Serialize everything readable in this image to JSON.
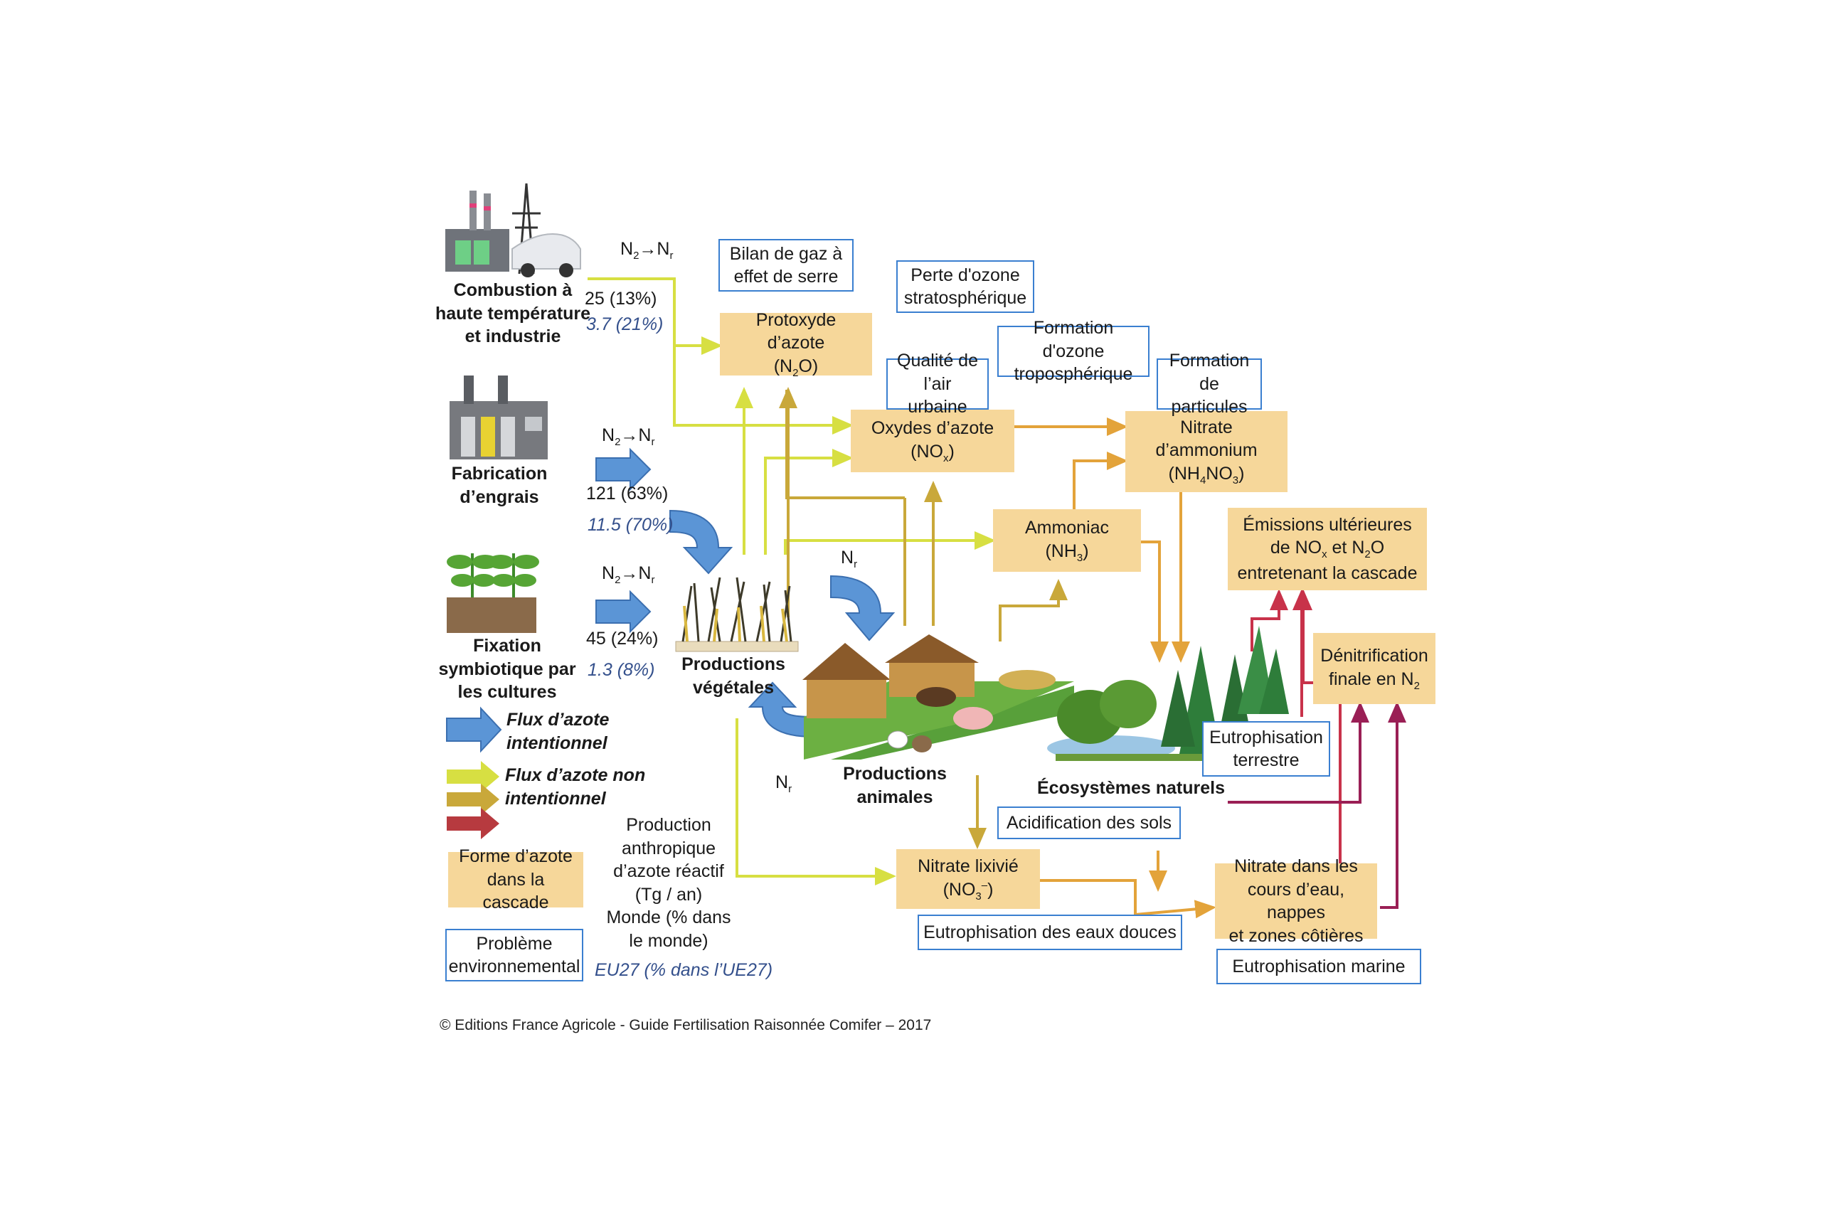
{
  "sources": {
    "combustion": {
      "label": [
        "Combustion à",
        "haute température",
        "et industrie"
      ],
      "conversion": [
        "N",
        "2",
        "→N",
        "r"
      ],
      "world": "25 (13%)",
      "eu": "3.7 (21%)"
    },
    "fertilizer": {
      "label": [
        "Fabrication",
        "d’engrais"
      ],
      "conversion": [
        "N",
        "2",
        "→N",
        "r"
      ],
      "world": "121 (63%)",
      "eu": "11.5 (70%)"
    },
    "fixation": {
      "label": [
        "Fixation",
        "symbiotique par",
        "les cultures"
      ],
      "conversion": [
        "N",
        "2",
        "→N",
        "r"
      ],
      "world": "45 (24%)",
      "eu": "1.3 (8%)"
    }
  },
  "nodes": {
    "crop_production": [
      "Productions",
      "végétales"
    ],
    "animal_production": [
      "Productions",
      "animales"
    ],
    "natural_ecosystems": "Écosystèmes naturels",
    "nr_label_1": [
      "N",
      "r"
    ],
    "nr_label_2": [
      "N",
      "r"
    ]
  },
  "nitrogen_forms": {
    "n2o": {
      "line1": "Protoxyde d’azote",
      "line2": [
        "(N",
        "2",
        "O)"
      ]
    },
    "nox": {
      "line1": "Oxydes d’azote",
      "line2": [
        "(NO",
        "x",
        ")"
      ]
    },
    "nh4no3": {
      "line1": "Nitrate",
      "line2": "d’ammonium",
      "line3": [
        "(NH",
        "4",
        "NO",
        "3",
        ")"
      ]
    },
    "nh3": {
      "line1": "Ammoniac",
      "line2": [
        "(NH",
        "3",
        ")"
      ]
    },
    "later_emissions": {
      "line1": "Émissions ultérieures",
      "line2": [
        "de NO",
        "x",
        " et N",
        "2",
        "O"
      ],
      "line3": "entretenant la cascade"
    },
    "denitrification": {
      "line1": "Dénitrification",
      "line2": [
        "finale en N",
        "2"
      ]
    },
    "leached_nitrate": {
      "line1": "Nitrate lixivié",
      "line2": [
        "(NO",
        "3",
        "–",
        ")"
      ]
    },
    "water_nitrate": [
      "Nitrate dans les",
      "cours d’eau, nappes",
      "et zones côtières"
    ]
  },
  "problems": {
    "greenhouse": [
      "Bilan de gaz à",
      "effet de serre"
    ],
    "stratospheric_ozone": [
      "Perte d'ozone",
      "stratosphérique"
    ],
    "tropospheric_ozone": [
      "Formation d'ozone",
      "troposphérique"
    ],
    "urban_air": [
      "Qualité de",
      "l’air urbaine"
    ],
    "particles": [
      "Formation",
      "de particules"
    ],
    "terrestrial_eutrophication": [
      "Eutrophisation",
      "terrestre"
    ],
    "soil_acidification": "Acidification des sols",
    "freshwater_eutrophication": "Eutrophisation des eaux douces",
    "marine_eutrophication": "Eutrophisation marine"
  },
  "legend": {
    "intentional": [
      "Flux d’azote",
      "intentionnel"
    ],
    "unintentional": [
      "Flux d’azote non",
      "intentionnel"
    ],
    "form": [
      "Forme d’azote",
      "dans la cascade"
    ],
    "problem": [
      "Problème",
      "environnemental"
    ],
    "units": [
      "Production",
      "anthropique",
      "d’azote réactif",
      "(Tg / an)",
      "Monde (% dans",
      "le monde)"
    ],
    "units_eu": "EU27 (% dans l’UE27)"
  },
  "footer": "© Editions France Agricole - Guide Fertilisation Raisonnée Comifer – 2017",
  "colors": {
    "form_box": "#f6d79a",
    "problem_border": "#3a7fd0",
    "intentional_arrow": "#5b95d6",
    "unintentional_yellow_green": "#d7df42",
    "unintentional_orange": "#e3a33a",
    "unintentional_ochre": "#c9a83a",
    "unintentional_red": "#c8324a",
    "unintentional_purple": "#9a1f55",
    "eu_text": "#34508c"
  }
}
